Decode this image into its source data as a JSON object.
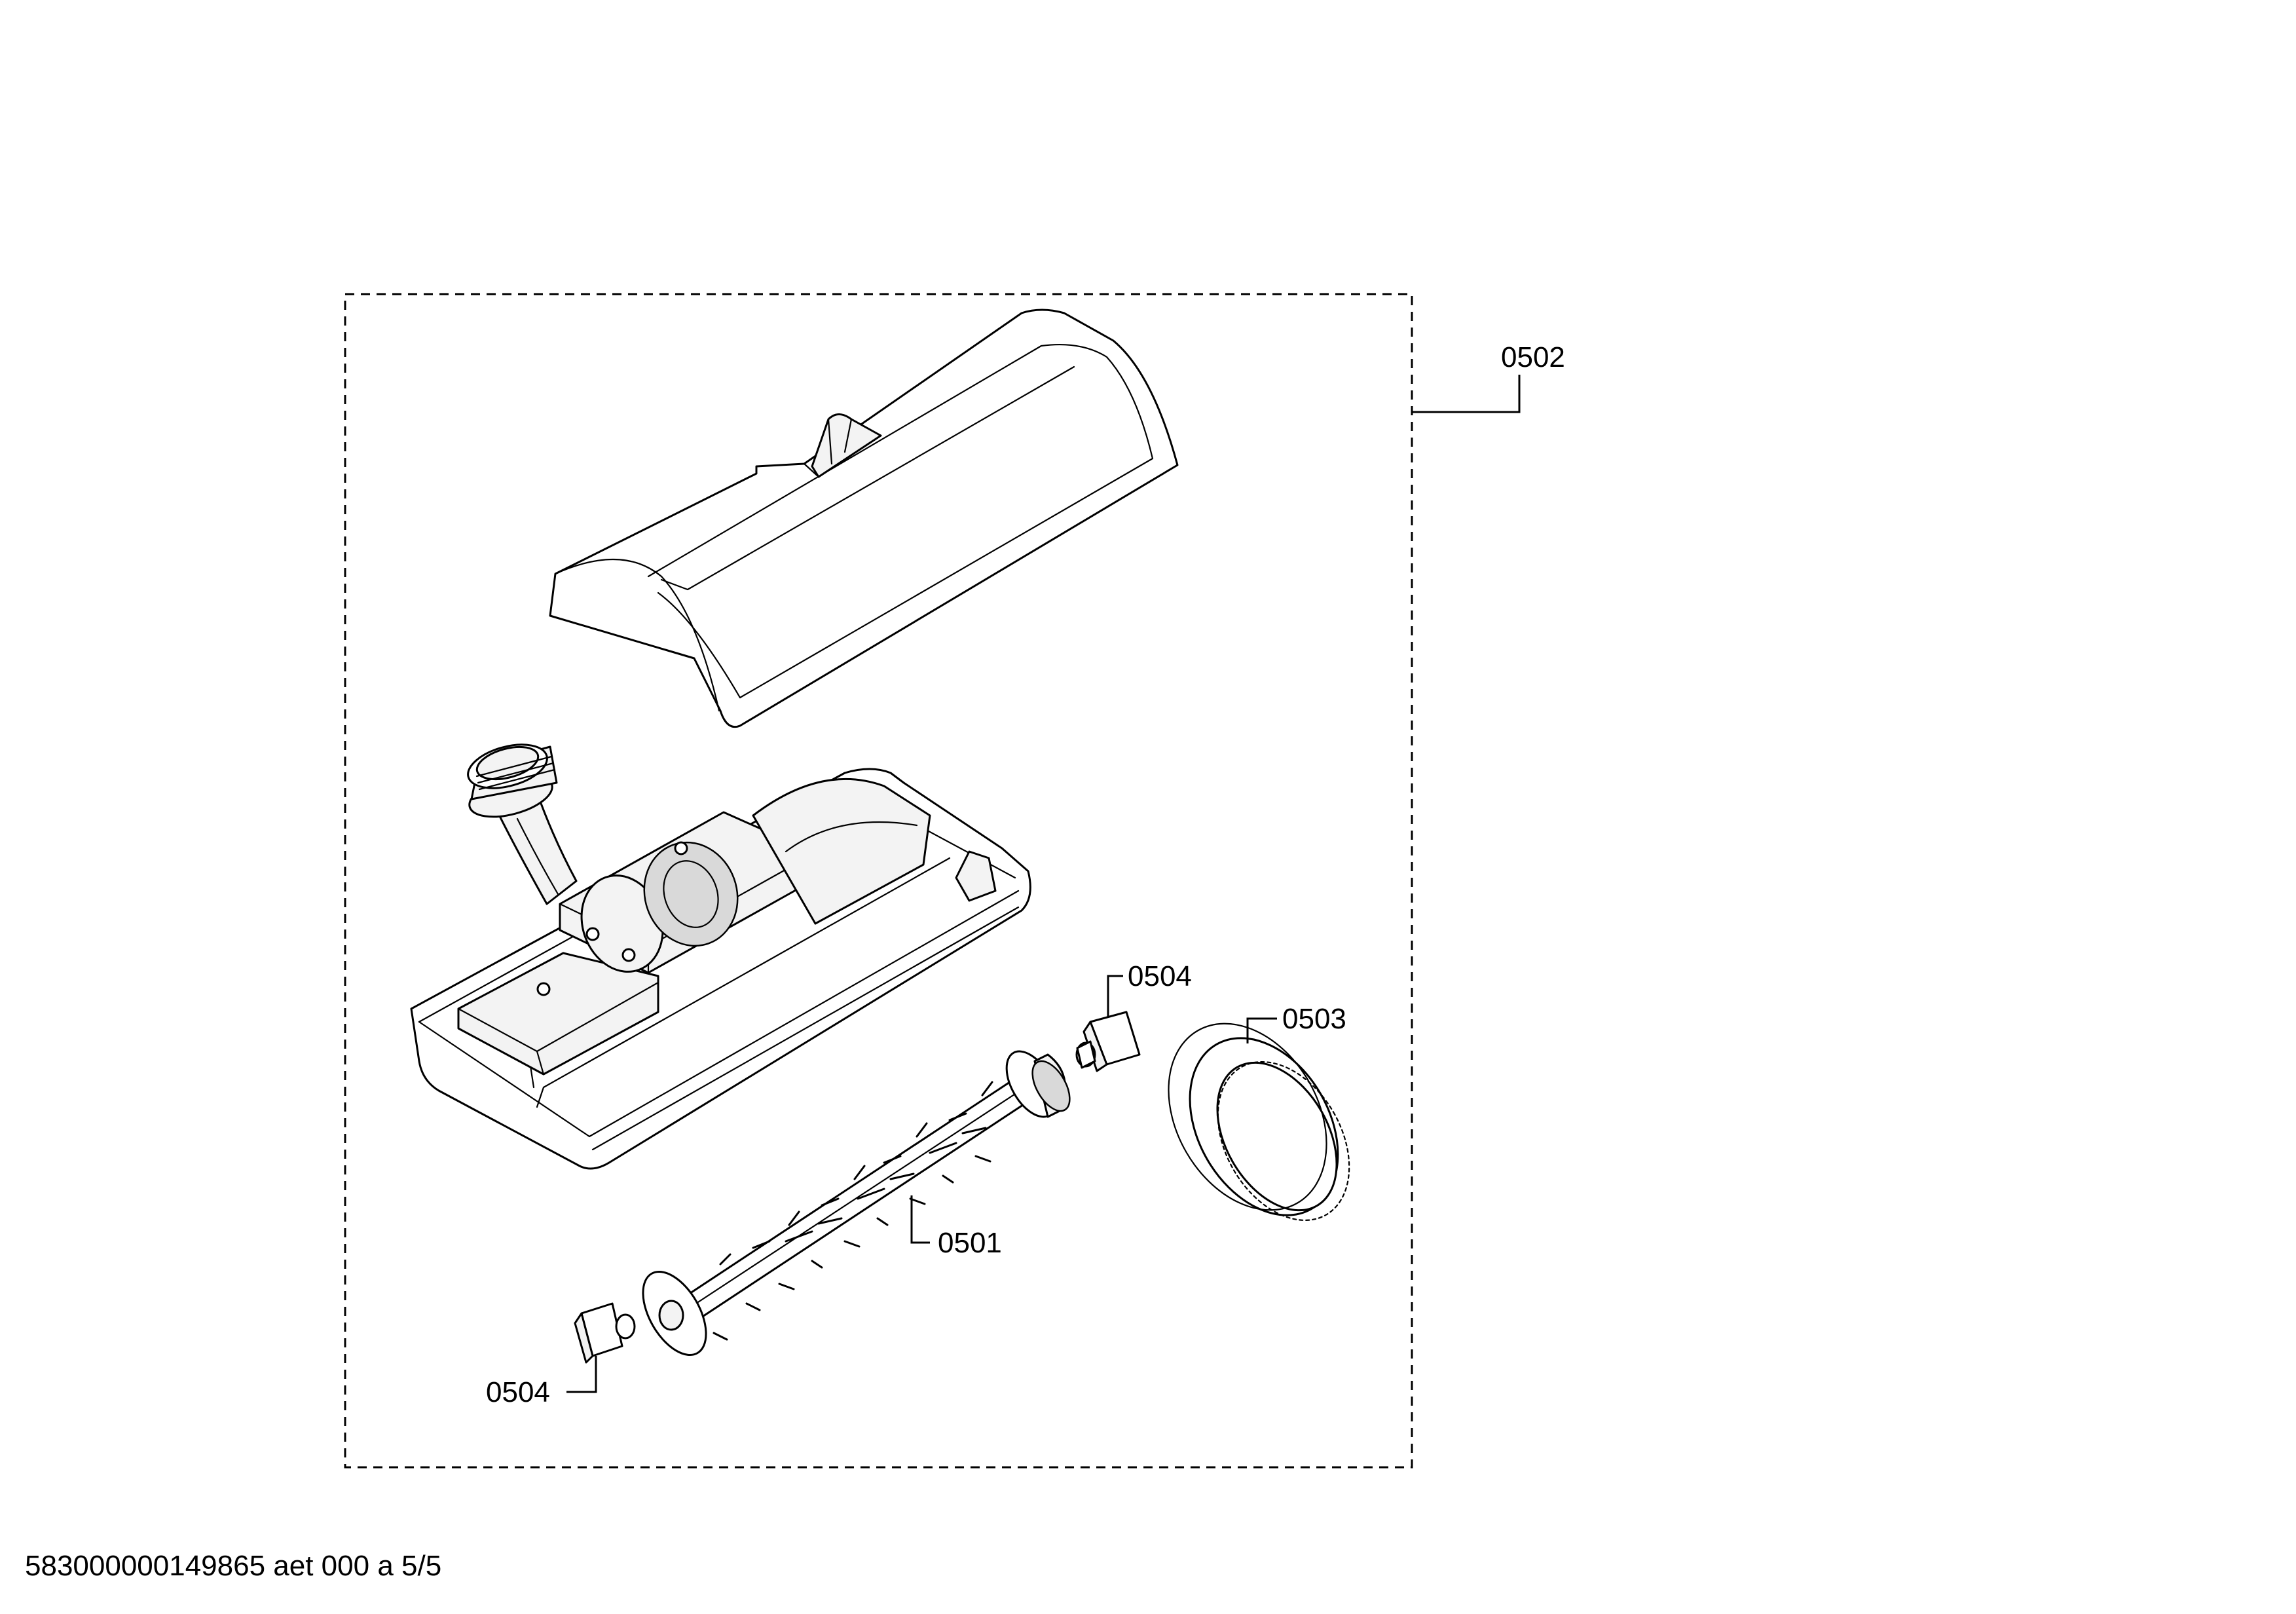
{
  "labels": {
    "nozzle_assembly": "0502",
    "brush_roller": "0501",
    "belt": "0503",
    "bearing_right": "0504",
    "bearing_left": "0504"
  },
  "footer": {
    "document_code": "583000000149865 aet 000 a 5/5"
  }
}
